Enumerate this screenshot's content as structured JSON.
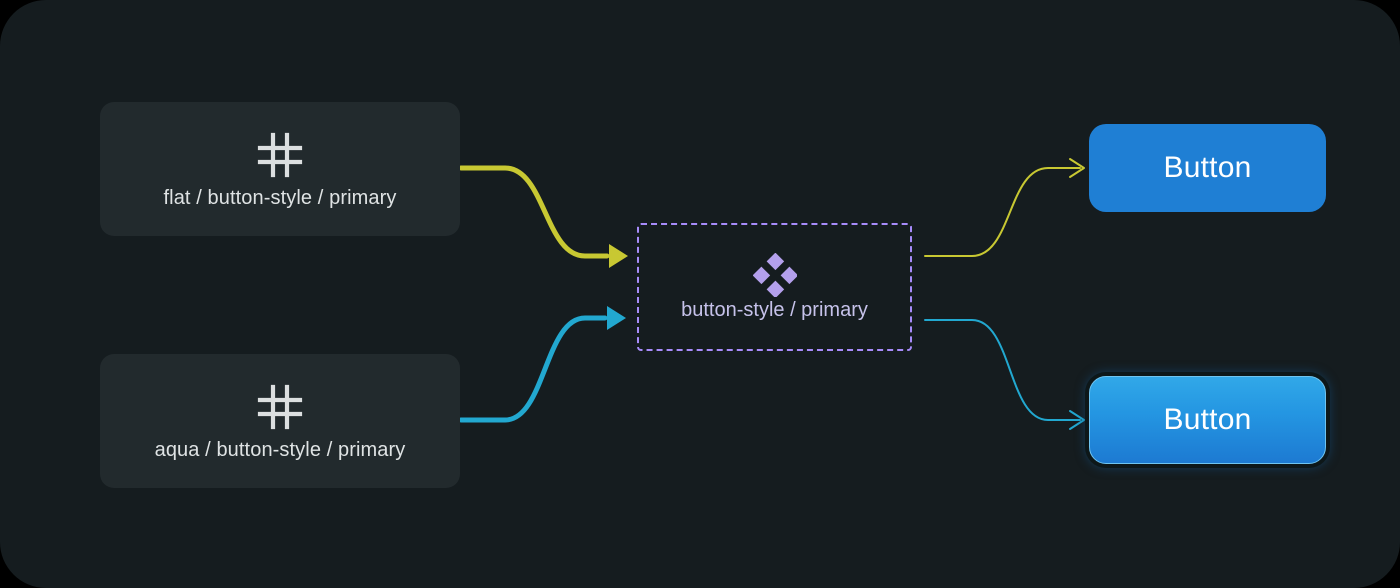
{
  "canvas": {
    "background": "#151c1f",
    "outer_background": "#000000"
  },
  "sources": [
    {
      "id": "flat-token",
      "icon": "hash-grid-icon",
      "label": "flat / button-style / primary",
      "accent": "#c8c832"
    },
    {
      "id": "aqua-token",
      "icon": "hash-grid-icon",
      "label": "aqua / button-style / primary",
      "accent": "#22a8d0"
    }
  ],
  "center": {
    "icon": "four-diamonds-icon",
    "label": "button-style / primary",
    "border_color": "#a78bfa",
    "border_style": "dashed",
    "label_color": "#c6c2ea"
  },
  "outputs": [
    {
      "id": "flat-button",
      "label": "Button",
      "style": "flat",
      "fill": "#1f7fd4",
      "text_color": "#ffffff"
    },
    {
      "id": "aqua-button",
      "label": "Button",
      "style": "aqua",
      "fill_top": "#31a8e8",
      "fill_bottom": "#1d7ad2",
      "text_color": "#ffffff"
    }
  ],
  "connectors": [
    {
      "id": "flat-to-center",
      "from": "flat-token",
      "to": "center",
      "color": "#c8c832",
      "width": 5,
      "arrow": true
    },
    {
      "id": "aqua-to-center",
      "from": "aqua-token",
      "to": "center",
      "color": "#22a8d0",
      "width": 5,
      "arrow": true
    },
    {
      "id": "center-to-flat",
      "from": "center",
      "to": "flat-button",
      "color": "#c8c832",
      "width": 2,
      "arrow": true
    },
    {
      "id": "center-to-aqua",
      "from": "center",
      "to": "aqua-button",
      "color": "#22a8d0",
      "width": 2,
      "arrow": true
    }
  ]
}
